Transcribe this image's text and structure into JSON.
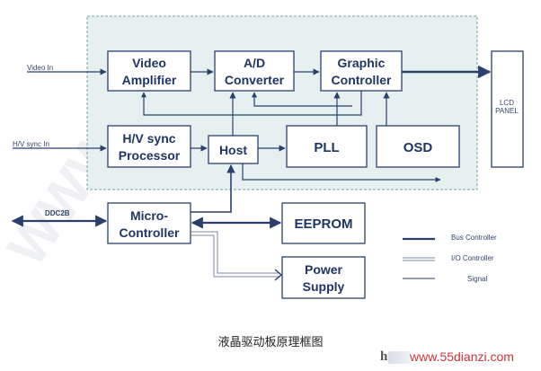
{
  "blocks": {
    "video_amp": [
      "Video",
      "Amplifier"
    ],
    "ad_conv": [
      "A/D",
      "Converter"
    ],
    "graphic": [
      "Graphic",
      "Controller"
    ],
    "hv_sync": [
      "H/V sync",
      "Processor"
    ],
    "host": [
      "Host"
    ],
    "pll": [
      "PLL"
    ],
    "osd": [
      "OSD"
    ],
    "micro": [
      "Micro-",
      "Controller"
    ],
    "eeprom": [
      "EEPROM"
    ],
    "power": [
      "Power",
      "Supply"
    ]
  },
  "lcd_panel": [
    "LCD",
    "PANEL"
  ],
  "inputs": {
    "video_in": "Video In",
    "hv_sync_in": "H/V sync In",
    "ddc2b": "DDC2B"
  },
  "legend": {
    "bus": "Bus Controller",
    "io": "I/O Controller",
    "signal": "Signal"
  },
  "caption": "液晶驱动板原理框图",
  "watermark": {
    "prefix": "http",
    "url": "www.55dianzi.com"
  },
  "colors": {
    "block_fill": "#ffffff",
    "block_stroke": "#2b3f6c",
    "area_fill": "#e6f0f0",
    "area_stroke": "#6fa3a8",
    "line": "#2b3f6c",
    "url": "#d0343b"
  }
}
